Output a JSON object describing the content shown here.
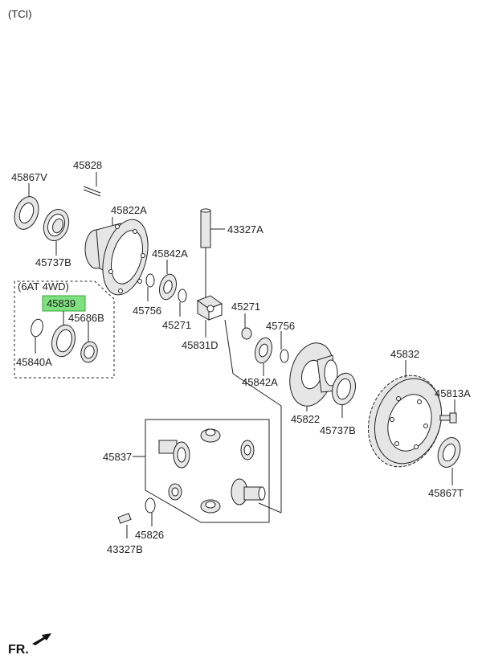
{
  "header": {
    "variant": "(TCI)"
  },
  "group": {
    "label": "(6AT 4WD)"
  },
  "footer": {
    "fr_label": "FR."
  },
  "highlight_color": "#7ee07e",
  "callouts": {
    "p45867V": "45867V",
    "p45828": "45828",
    "p45822A": "45822A",
    "p43327A": "43327A",
    "p45737B_top": "45737B",
    "p45842A_top": "45842A",
    "p45756_top": "45756",
    "p45271_left": "45271",
    "p45271_right": "45271",
    "p45831D": "45831D",
    "p45756_right": "45756",
    "p45842A_right": "45842A",
    "p45839": "45839",
    "p45686B": "45686B",
    "p45840A": "45840A",
    "p45822": "45822",
    "p45832": "45832",
    "p45813A": "45813A",
    "p45737B_right": "45737B",
    "p45837": "45837",
    "p45826": "45826",
    "p45867T": "45867T",
    "p43327B": "43327B"
  }
}
